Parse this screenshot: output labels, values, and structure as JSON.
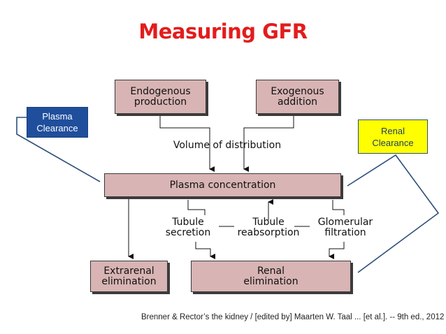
{
  "title": "Measuring GFR",
  "boxes": {
    "endogenous": "Endogenous\nproduction",
    "exogenous": "Exogenous\naddition",
    "plasma_concentration": "Plasma concentration",
    "extrarenal": "Extrarenal\nelimination",
    "renal_elimination": "Renal\nelimination"
  },
  "labels": {
    "volume": "Volume of distribution",
    "tubule_secretion": "Tubule\nsecretion",
    "tubule_reabsorption": "Tubule\nreabsorption",
    "glomerular_filtration": "Glomerular\nfiltration"
  },
  "callouts": {
    "plasma_clearance": "Plasma\nClearance",
    "renal_clearance": "Renal\nClearance"
  },
  "colors": {
    "box_fill": "#d8b4b4",
    "title": "#e31c1c",
    "plasma_callout": "#1f4e9c",
    "renal_callout": "#ffff00",
    "connector": "#2d4f7c"
  },
  "citation": "Brenner & Rector’s the kidney / [edited by] Maarten W. Taal ... [et al.]. -- 9th ed., 2012"
}
